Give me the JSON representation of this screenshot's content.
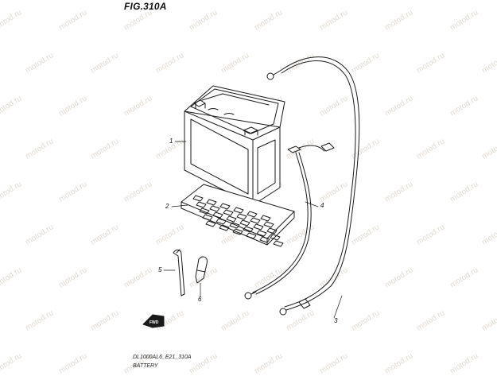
{
  "figure": {
    "title": "FIG.310A",
    "model_code": "DL1000AL6_E21_310A",
    "name": "BATTERY"
  },
  "callouts": [
    {
      "id": "1",
      "text": "1"
    },
    {
      "id": "2",
      "text": "2"
    },
    {
      "id": "3",
      "text": "3"
    },
    {
      "id": "4",
      "text": "4"
    },
    {
      "id": "5",
      "text": "5"
    },
    {
      "id": "6",
      "text": "6"
    }
  ],
  "front_arrow": {
    "text": "FWD"
  },
  "watermark": {
    "text": "motod.ru"
  },
  "colors": {
    "line": "#1a1a1a",
    "watermark": "#e2dcd6"
  }
}
